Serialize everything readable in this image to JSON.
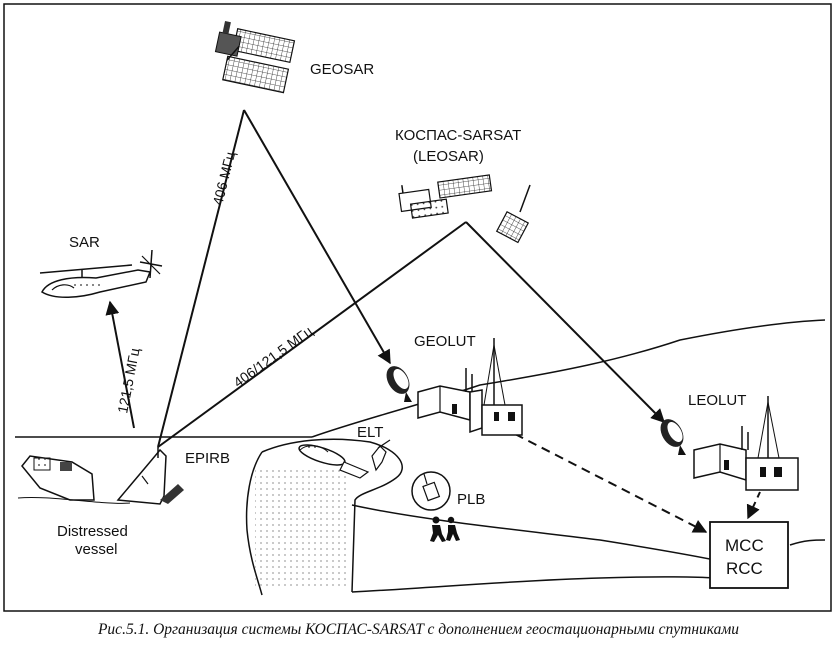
{
  "labels": {
    "geosar": "GEOSAR",
    "cospas_line1": "КОСПАС-SARSAT",
    "cospas_line2": "(LEOSAR)",
    "sar": "SAR",
    "freq_406": "406 МГц",
    "freq_121": "121,5 МГц",
    "freq_406_121": "406/121,5 МГц",
    "geolut": "GEOLUT",
    "leolut": "LEOLUT",
    "elt": "ELT",
    "epirb": "EPIRB",
    "plb": "PLB",
    "distressed_line1": "Distressed",
    "distressed_line2": "vessel",
    "mcc": "MCC",
    "rcc": "RCC"
  },
  "caption": "Рис.5.1. Организация системы КОСПАС-SARSAT с дополнением геостационарными спутниками"
}
